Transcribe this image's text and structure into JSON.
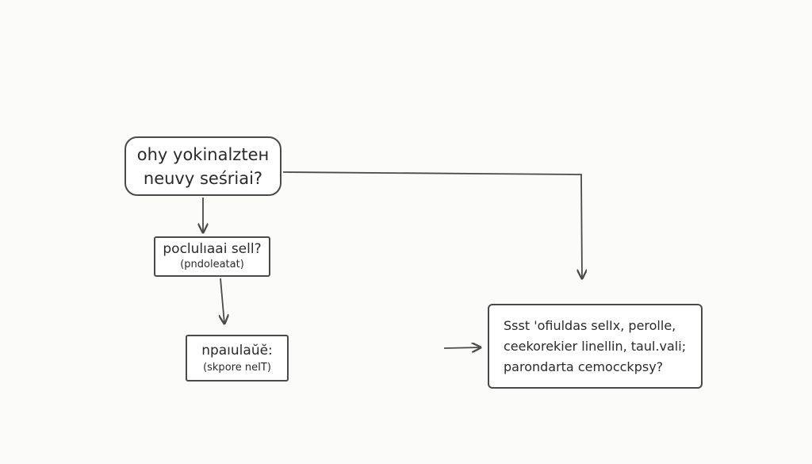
{
  "diagram": {
    "nodes": {
      "question": {
        "shape": "rounded-rectangle",
        "lines": [
          "ohy yokinalzteн",
          "neuvy seśriai?"
        ]
      },
      "decision": {
        "shape": "rectangle",
        "lines": [
          "poclulıaai sell?",
          "(pndoleatat)"
        ]
      },
      "result": {
        "shape": "rectangle",
        "lines": [
          "npaıulaŭĕ:",
          "(skpore neIT)"
        ]
      },
      "outcome": {
        "shape": "rectangle",
        "lines": [
          "Ssst 'ofiuldas selIx, perolle,",
          "ceekorekier linellin, taul.vali;",
          "parondarta cemocckpsy?"
        ]
      }
    },
    "edges": [
      {
        "from": "question",
        "to": "decision",
        "label": ""
      },
      {
        "from": "decision",
        "to": "result",
        "label": ""
      },
      {
        "from": "question",
        "to": "outcome",
        "label": ""
      },
      {
        "from": "",
        "to": "outcome",
        "label": ""
      }
    ],
    "colors": {
      "stroke": "#4a4a4a",
      "text": "#2a2a2a",
      "node_fill": "#ffffff",
      "background": "#fbfbfa"
    }
  }
}
